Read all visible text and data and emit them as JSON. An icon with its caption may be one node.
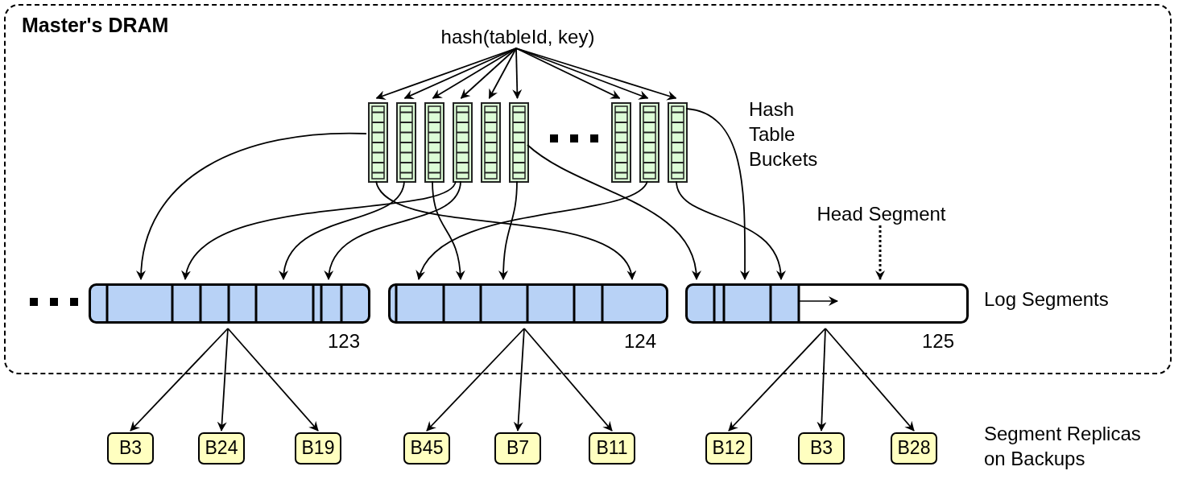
{
  "diagram": {
    "nodes": [
      {
        "text": [
          "Master's DRAM"
        ]
      },
      {
        "text": [
          "hash(tableId, key)"
        ],
        "in": 0
      },
      {
        "text": [],
        "shape": "box",
        "in": 0
      },
      {
        "text": [],
        "shape": "box",
        "in": 0
      },
      {
        "text": [],
        "shape": "box",
        "in": 0
      },
      {
        "text": [],
        "shape": "box",
        "in": 0
      },
      {
        "text": [],
        "shape": "box",
        "in": 0
      },
      {
        "text": [],
        "shape": "box",
        "in": 0
      },
      {
        "text": [],
        "shape": "box",
        "in": 0
      },
      {
        "text": [],
        "shape": "box",
        "in": 0
      },
      {
        "text": [],
        "shape": "box",
        "in": 0
      },
      {
        "text": [],
        "shape": "bar",
        "beside": [
          "123"
        ],
        "in": 0
      },
      {
        "text": [],
        "shape": "bar",
        "beside": [
          "124"
        ],
        "in": 0
      },
      {
        "text": [],
        "shape": "bar",
        "beside": [
          "125"
        ],
        "in": 0
      },
      {
        "text": [
          "Head Segment"
        ],
        "in": 0
      },
      {
        "text": [
          "B3"
        ]
      },
      {
        "text": [
          "B24"
        ]
      },
      {
        "text": [
          "B19"
        ]
      },
      {
        "text": [
          "B45"
        ]
      },
      {
        "text": [
          "B7"
        ]
      },
      {
        "text": [
          "B11"
        ]
      },
      {
        "text": [
          "B12"
        ]
      },
      {
        "text": [
          "B3"
        ]
      },
      {
        "text": [
          "B28"
        ]
      }
    ],
    "edges": [
      {
        "from": 1,
        "to": 2,
        "arrow": "to"
      },
      {
        "from": 1,
        "to": 3,
        "arrow": "to"
      },
      {
        "from": 1,
        "to": 4,
        "arrow": "to"
      },
      {
        "from": 1,
        "to": 5,
        "arrow": "to"
      },
      {
        "from": 1,
        "to": 6,
        "arrow": "to"
      },
      {
        "from": 1,
        "to": 7,
        "arrow": "to"
      },
      {
        "from": 1,
        "to": 8,
        "arrow": "to"
      },
      {
        "from": 1,
        "to": 9,
        "arrow": "to"
      },
      {
        "from": 1,
        "to": 10,
        "arrow": "to"
      },
      {
        "from": 2,
        "to": 11,
        "arrow": "to"
      },
      {
        "from": 5,
        "to": 11,
        "arrow": "to"
      },
      {
        "from": 3,
        "to": 11,
        "arrow": "to"
      },
      {
        "from": 5,
        "to": 11,
        "arrow": "to"
      },
      {
        "from": 9,
        "to": 12,
        "arrow": "to"
      },
      {
        "from": 4,
        "to": 12,
        "arrow": "to"
      },
      {
        "from": 7,
        "to": 12,
        "arrow": "to"
      },
      {
        "from": 2,
        "to": 12,
        "arrow": "to"
      },
      {
        "from": 7,
        "to": 13,
        "arrow": "to"
      },
      {
        "from": 10,
        "to": 13,
        "arrow": "to"
      },
      {
        "from": 10,
        "to": 13,
        "arrow": "to"
      },
      {
        "from": 14,
        "to": 13,
        "arrow": "to",
        "style": "dashed"
      },
      {
        "from": 11,
        "to": 15,
        "arrow": "to"
      },
      {
        "from": 11,
        "to": 16,
        "arrow": "to"
      },
      {
        "from": 11,
        "to": 17,
        "arrow": "to"
      },
      {
        "from": 12,
        "to": 18,
        "arrow": "to"
      },
      {
        "from": 12,
        "to": 19,
        "arrow": "to"
      },
      {
        "from": 12,
        "to": 20,
        "arrow": "to"
      },
      {
        "from": 13,
        "to": 21,
        "arrow": "to"
      },
      {
        "from": 13,
        "to": 22,
        "arrow": "to"
      },
      {
        "from": 13,
        "to": 23,
        "arrow": "to"
      }
    ],
    "labels": [
      "Hash Table Buckets",
      "Log Segments",
      "Segment Replicas on Backups"
    ]
  }
}
